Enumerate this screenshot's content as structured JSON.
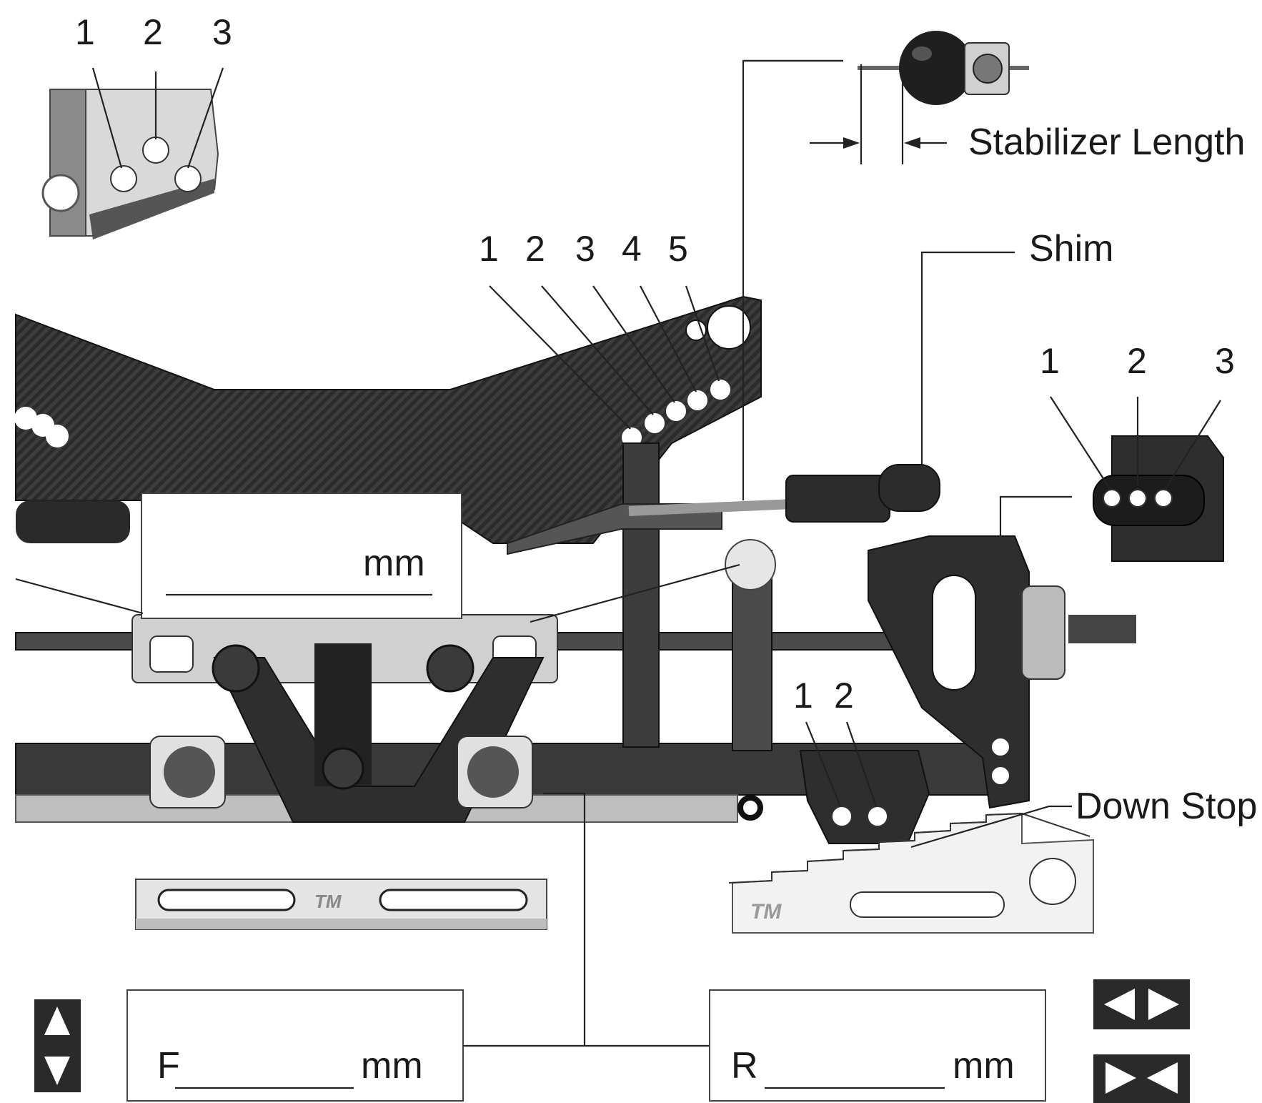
{
  "labels": {
    "stabilizer_length": "Stabilizer Length",
    "shim": "Shim",
    "down_stop": "Down Stop"
  },
  "units": {
    "top_box": "mm",
    "front_box": "mm",
    "rear_box": "mm"
  },
  "prefixes": {
    "front": "F",
    "rear": "R"
  },
  "hole_numbers": {
    "top_left_block": [
      "1",
      "2",
      "3"
    ],
    "upper_arm": [
      "1",
      "2",
      "3",
      "4",
      "5"
    ],
    "right_block": [
      "1",
      "2",
      "3"
    ],
    "lower_block": [
      "1",
      "2"
    ]
  },
  "logo_text": "TM",
  "colors": {
    "dark_part": "#2e2e2e",
    "metal_part": "#d9d9d9",
    "line": "#222222"
  }
}
